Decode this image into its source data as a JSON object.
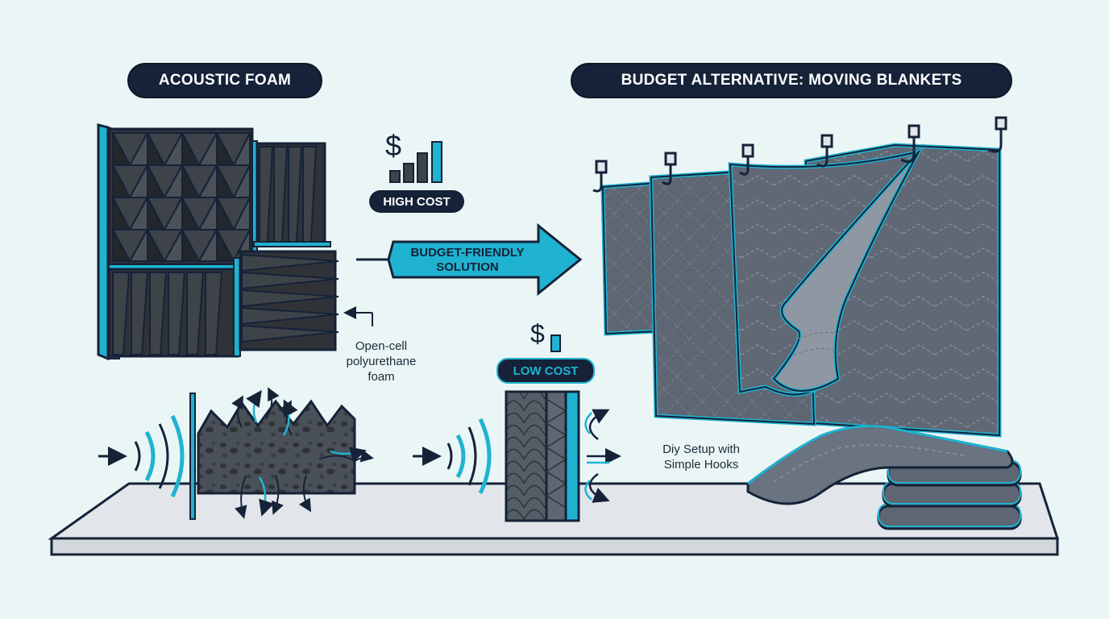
{
  "titles": {
    "left": "ACOUSTIC FOAM",
    "right": "BUDGET ALTERNATIVE: MOVING BLANKETS"
  },
  "badges": {
    "high_cost": "HIGH COST",
    "low_cost": "LOW COST",
    "currency_symbol": "$"
  },
  "arrow": {
    "line1": "BUDGET-FRIENDLY",
    "line2": "SOLUTION"
  },
  "callouts": {
    "foam_material": [
      "Open-cell",
      "polyurethane",
      "foam"
    ],
    "hooks": [
      "Diy Setup with",
      "Simple Hooks"
    ]
  },
  "colors": {
    "background": "#eaf6f5",
    "navy": "#152238",
    "teal_accent": "#1fb3d1",
    "foam_dark": "#2f3338",
    "blanket_gray": "#5d6672",
    "shelf": "#e2e6ea"
  },
  "icons": [
    "dollar-icon",
    "cost-bars-icon",
    "sound-wave-icon",
    "hook-icon",
    "arrow-icon"
  ]
}
